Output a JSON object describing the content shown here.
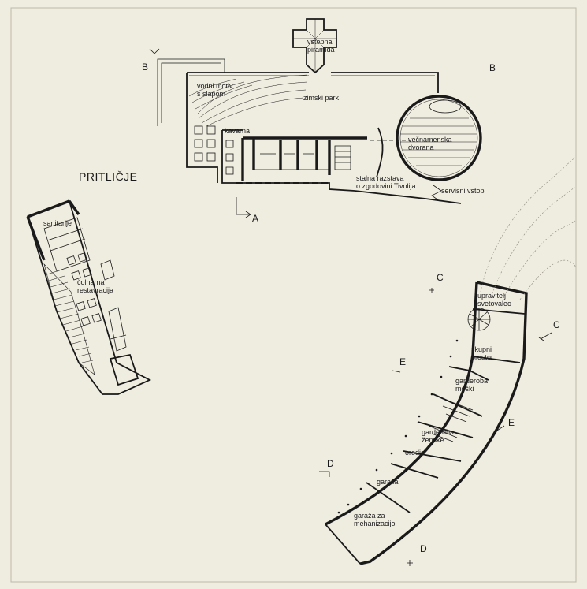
{
  "plan": {
    "title": "PRITLIČJE",
    "rooms": {
      "pyramid": "vstopna\npiramida",
      "water": "vodni motiv\ns slapom",
      "winter_park": "zimski park",
      "cafe": "kavarna",
      "hall": "večnamenska\ndvorana",
      "exhibition": "stalna razstava\no zgodovini Tivolija",
      "service": "servisni vstop",
      "sanitary": "sanitarije",
      "boat": "čolnarna\nrestavracija",
      "manager": "upravitelj\nsvetovalec",
      "common": "skupni\nprostor",
      "men": "garderoba\nmoški",
      "women": "garderoba\nženske",
      "tools": "orodje",
      "garage": "garaža",
      "garage_mech": "garaža za\nmehanizacijo"
    },
    "sections": {
      "a": "A",
      "b_left": "B",
      "b_right": "B",
      "c_left": "C",
      "c_right": "C",
      "d_left": "D",
      "d_bottom": "D",
      "e_left": "E",
      "e_right": "E"
    }
  }
}
